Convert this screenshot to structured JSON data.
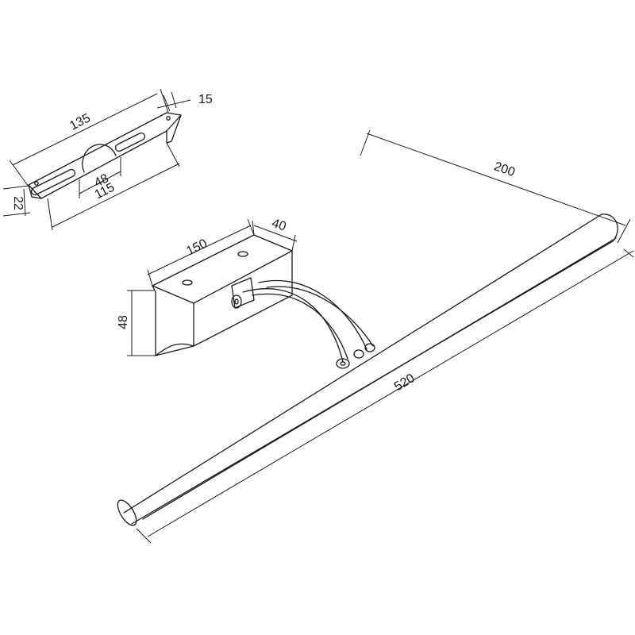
{
  "dimensions": {
    "bracket_length": "135",
    "bracket_thickness": "15",
    "bracket_depth": "22",
    "bracket_cutout": "48",
    "bracket_hole_spacing": "115",
    "base_length": "150",
    "base_width": "40",
    "base_height": "48",
    "projection": "200",
    "bar_length": "520"
  }
}
